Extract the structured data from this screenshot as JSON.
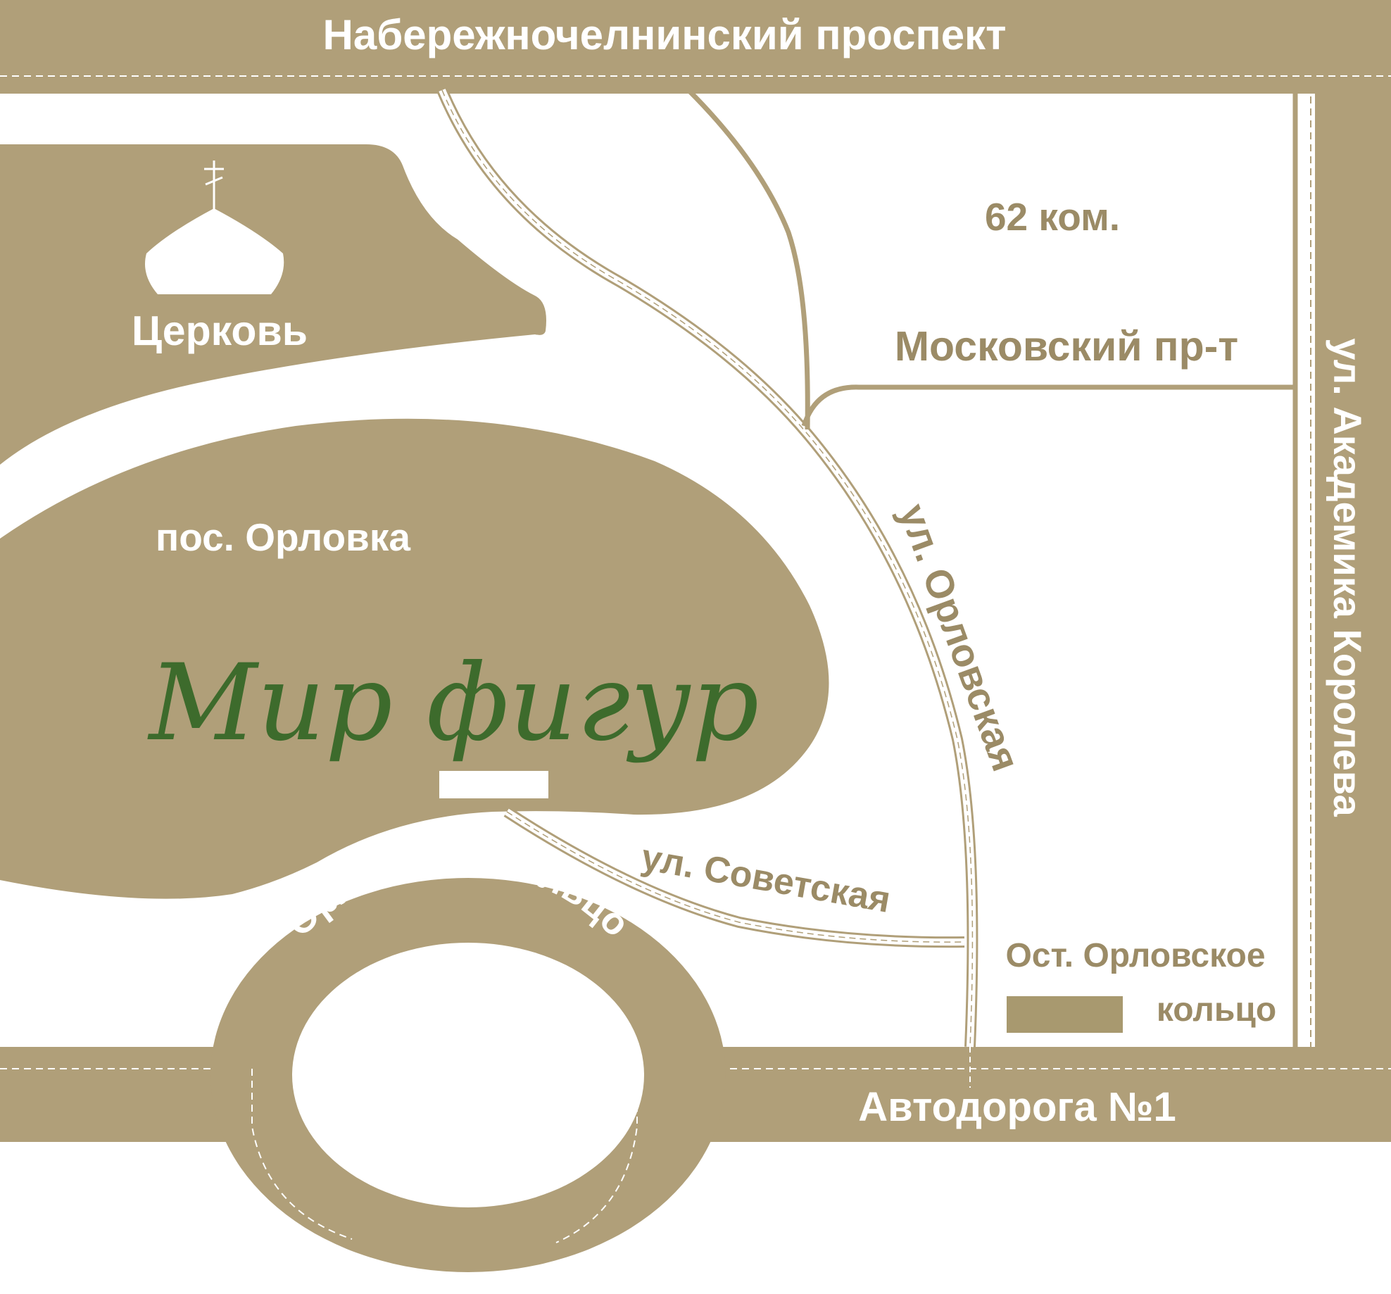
{
  "colors": {
    "land": "#b09f79",
    "road_line": "#b09f79",
    "bg": "#ffffff",
    "brand": "#3d6b2c",
    "stop_marker": "#a8996f",
    "label_white": "#ffffff",
    "label_dark": "#9b8b66"
  },
  "roads": {
    "top_avenue": "Набережночелнинский проспект",
    "moskovsky": "Московский пр-т",
    "korolev": "ул. Академика Королева",
    "orlovskaya": "ул. Орловская",
    "sovetskaya": "ул. Советская",
    "highway": "Автодорога №1",
    "ring": "Орловское кольцо"
  },
  "places": {
    "district_62": "62 ком.",
    "church": "Церковь",
    "village": "пос. Орловка",
    "brand": "Мир фигур",
    "stop_line1": "Ост. Орловское",
    "stop_line2": "кольцо"
  },
  "icons": {
    "church": "church-dome-icon",
    "marker": "location-marker",
    "stop": "bus-stop-marker"
  }
}
